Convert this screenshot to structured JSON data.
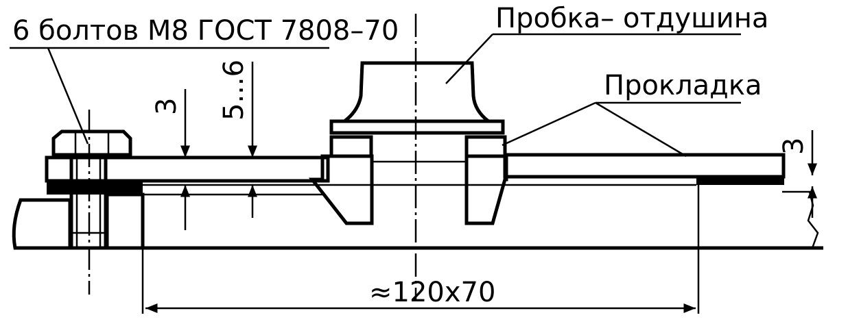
{
  "labels": {
    "bolts": "6 болтов М8 ГОСТ 7808–70",
    "plug": "Пробка– отдушина",
    "gasket": "Прокладка"
  },
  "dimensions": {
    "cover_thickness": "3",
    "gap": "5...6",
    "right_thickness": "3",
    "opening": "≈120x70"
  },
  "colors": {
    "ink": "#000000",
    "paper": "#ffffff"
  }
}
